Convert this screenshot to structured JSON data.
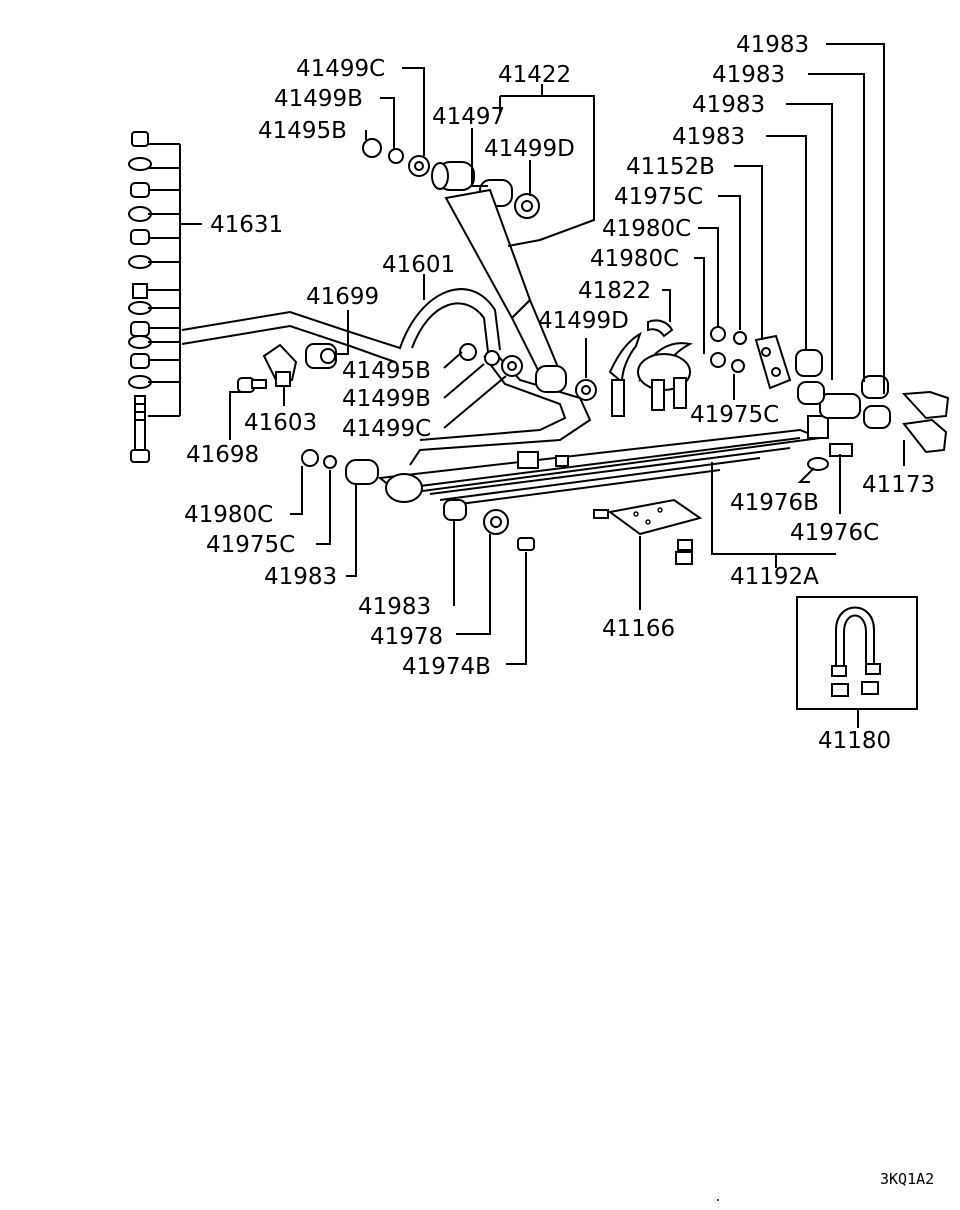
{
  "figure_code": "3KQ1A2",
  "callouts": [
    {
      "id": "c_41983_1",
      "text": "41983"
    },
    {
      "id": "c_41983_2",
      "text": "41983"
    },
    {
      "id": "c_41983_3",
      "text": "41983"
    },
    {
      "id": "c_41983_4",
      "text": "41983"
    },
    {
      "id": "c_41152B",
      "text": "41152B"
    },
    {
      "id": "c_41975C_1",
      "text": "41975C"
    },
    {
      "id": "c_41980C_1",
      "text": "41980C"
    },
    {
      "id": "c_41980C_2",
      "text": "41980C"
    },
    {
      "id": "c_41822",
      "text": "41822"
    },
    {
      "id": "c_41499D_1",
      "text": "41499D"
    },
    {
      "id": "c_41975C_2",
      "text": "41975C"
    },
    {
      "id": "c_41173",
      "text": "41173"
    },
    {
      "id": "c_41976B",
      "text": "41976B"
    },
    {
      "id": "c_41976C",
      "text": "41976C"
    },
    {
      "id": "c_41192A",
      "text": "41192A"
    },
    {
      "id": "c_41180",
      "text": "41180"
    },
    {
      "id": "c_41166",
      "text": "41166"
    },
    {
      "id": "c_41974B",
      "text": "41974B"
    },
    {
      "id": "c_41978",
      "text": "41978"
    },
    {
      "id": "c_41983_5",
      "text": "41983"
    },
    {
      "id": "c_41983_6",
      "text": "41983"
    },
    {
      "id": "c_41975C_3",
      "text": "41975C"
    },
    {
      "id": "c_41980C_3",
      "text": "41980C"
    },
    {
      "id": "c_41698",
      "text": "41698"
    },
    {
      "id": "c_41603",
      "text": "41603"
    },
    {
      "id": "c_41499C_2",
      "text": "41499C"
    },
    {
      "id": "c_41499B_2",
      "text": "41499B"
    },
    {
      "id": "c_41495B_2",
      "text": "41495B"
    },
    {
      "id": "c_41699",
      "text": "41699"
    },
    {
      "id": "c_41601",
      "text": "41601"
    },
    {
      "id": "c_41631",
      "text": "41631"
    },
    {
      "id": "c_41495B_1",
      "text": "41495B"
    },
    {
      "id": "c_41499B_1",
      "text": "41499B"
    },
    {
      "id": "c_41499C_1",
      "text": "41499C"
    },
    {
      "id": "c_41497",
      "text": "41497"
    },
    {
      "id": "c_41422",
      "text": "41422"
    },
    {
      "id": "c_41499D_2",
      "text": "41499D"
    }
  ]
}
